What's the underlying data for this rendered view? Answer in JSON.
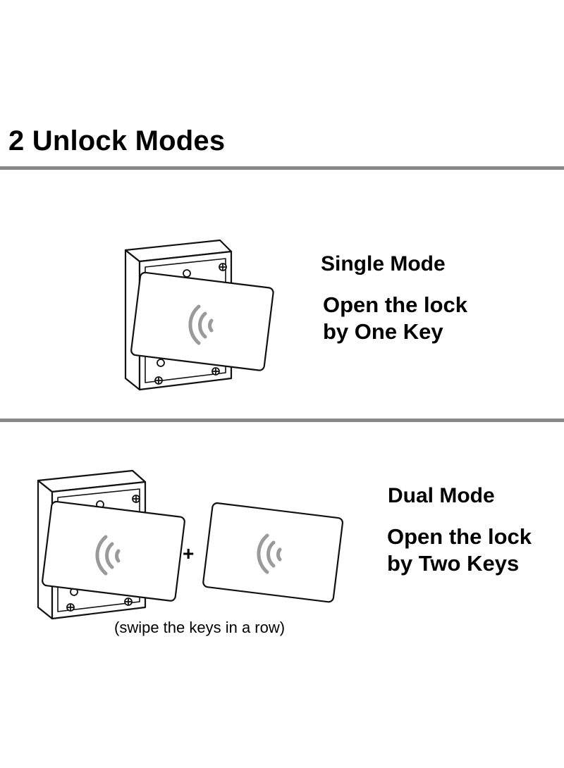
{
  "title": "2 Unlock Modes",
  "single_mode": {
    "title": "Single Mode",
    "description_lines": [
      "Open the lock",
      "by One Key"
    ]
  },
  "dual_mode": {
    "title": "Dual Mode",
    "description_lines": [
      "Open the lock",
      "by Two Keys"
    ],
    "plus_symbol": "+",
    "caption": "(swipe the keys in a row)"
  },
  "colors": {
    "divider": "#888888",
    "line_art": "#111111",
    "wave_icon": "#9a9a9a"
  }
}
